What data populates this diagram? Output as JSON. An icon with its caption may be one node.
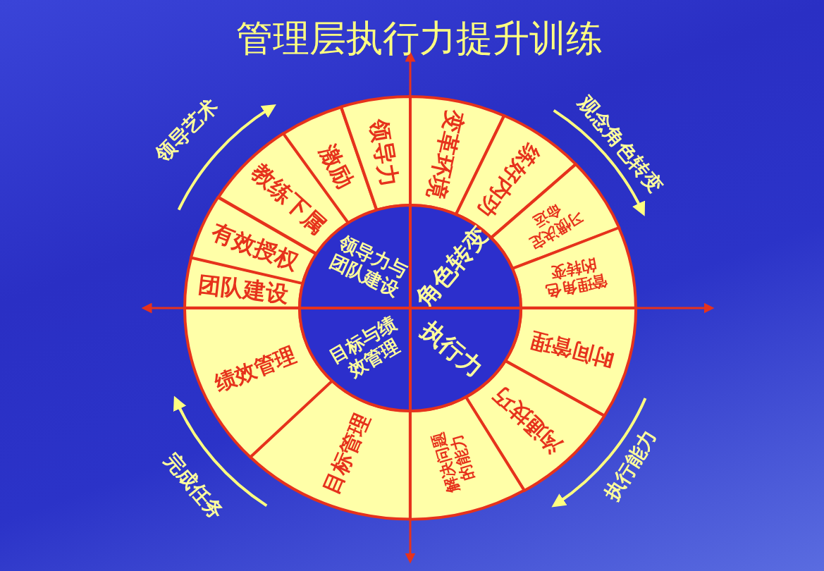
{
  "diagram": {
    "title": "管理层执行力提升训练",
    "nodes": [
      {
        "text": [
          "团队建设"
        ]
      },
      {
        "text": [
          "有效授权"
        ]
      },
      {
        "text": [
          "教练下属"
        ]
      },
      {
        "text": [
          "激励"
        ]
      },
      {
        "text": [
          "领导力"
        ]
      },
      {
        "text": [
          "变革环境"
        ]
      },
      {
        "text": [
          "练好内功"
        ]
      },
      {
        "text": [
          "习惯决定命运"
        ]
      },
      {
        "text": [
          "管理角色的转变"
        ]
      },
      {
        "text": [
          "时间管理"
        ]
      },
      {
        "text": [
          "沟通技巧"
        ]
      },
      {
        "text": [
          "解决问题的能力"
        ]
      },
      {
        "text": [
          "目标管理"
        ]
      },
      {
        "text": [
          "绩效管理"
        ]
      },
      {
        "text": [
          "领导力与团队建设"
        ]
      },
      {
        "text": [
          "角色转变"
        ]
      },
      {
        "text": [
          "目标与绩效管理"
        ]
      },
      {
        "text": [
          "执行力"
        ]
      }
    ],
    "labels": [
      "领导艺术",
      "观念角色转变",
      "执行能力",
      "完成任务"
    ]
  }
}
